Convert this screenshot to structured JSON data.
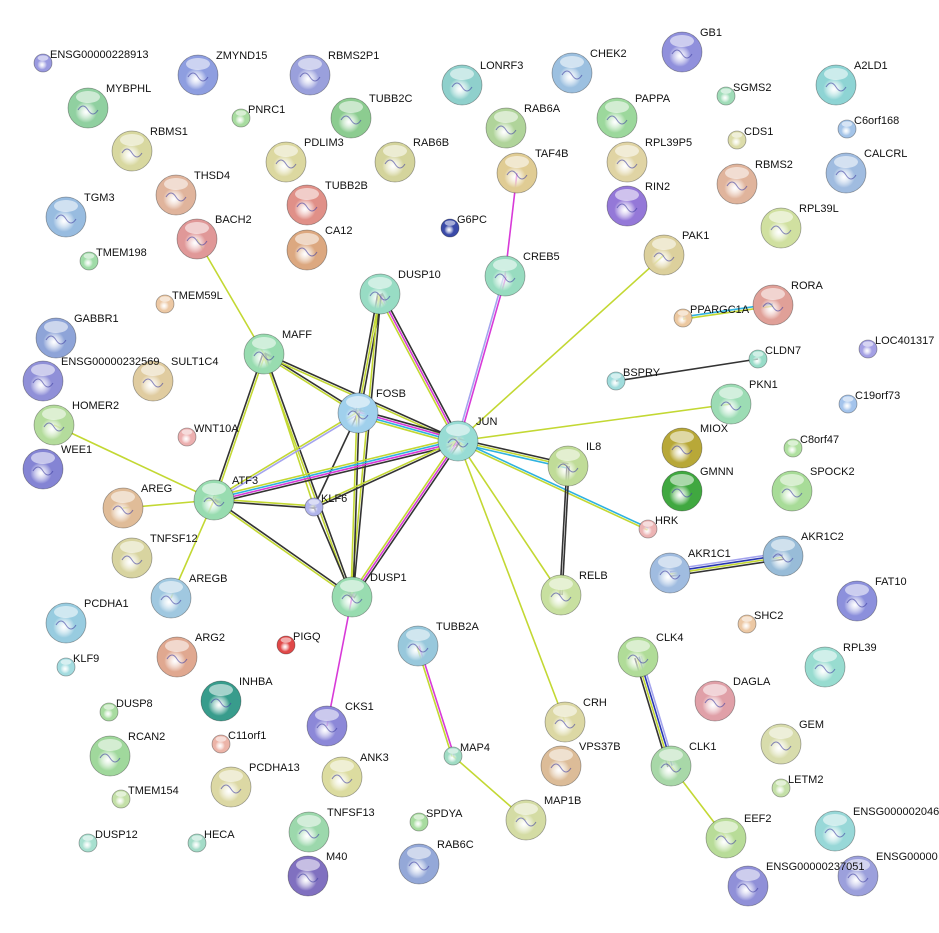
{
  "network": {
    "evidence_colors": {
      "textmining": "#c3d833",
      "coexpression": "#333333",
      "experiments": "#d83ad8",
      "databases": "#2fb2df",
      "homology": "#a4a4ee",
      "cooccurrence": "#2836b0"
    },
    "nodes": [
      {
        "id": "ENSG00000228913",
        "label": "ENSG00000228913",
        "color": "#9a9ae0",
        "size": "small"
      },
      {
        "id": "ZMYND15",
        "label": "ZMYND15",
        "color": "#8e9ee0",
        "size": "large"
      },
      {
        "id": "RBMS2P1",
        "label": "RBMS2P1",
        "color": "#9aa0dc",
        "size": "large"
      },
      {
        "id": "LONRF3",
        "label": "LONRF3",
        "color": "#8fd0cc",
        "size": "large"
      },
      {
        "id": "CHEK2",
        "label": "CHEK2",
        "color": "#9cc0e0",
        "size": "large"
      },
      {
        "id": "GB1",
        "label": "GB1",
        "color": "#9090dc",
        "size": "large"
      },
      {
        "id": "A2LD1",
        "label": "A2LD1",
        "color": "#8ed4d4",
        "size": "large"
      },
      {
        "id": "MYBPHL",
        "label": "MYBPHL",
        "color": "#90d0a0",
        "size": "large"
      },
      {
        "id": "PNRC1",
        "label": "PNRC1",
        "color": "#a8dca0",
        "size": "small"
      },
      {
        "id": "TUBB2C",
        "label": "TUBB2C",
        "color": "#8ccc90",
        "size": "large"
      },
      {
        "id": "RAB6A",
        "label": "RAB6A",
        "color": "#b0d49a",
        "size": "large"
      },
      {
        "id": "PAPPA",
        "label": "PAPPA",
        "color": "#9cd89c",
        "size": "large"
      },
      {
        "id": "SGMS2",
        "label": "SGMS2",
        "color": "#a0dcb8",
        "size": "small"
      },
      {
        "id": "C6orf168",
        "label": "C6orf168",
        "color": "#a4c4e8",
        "size": "small"
      },
      {
        "id": "RBMS1",
        "label": "RBMS1",
        "color": "#d8d8a0",
        "size": "large"
      },
      {
        "id": "PDLIM3",
        "label": "PDLIM3",
        "color": "#dcd8a0",
        "size": "large"
      },
      {
        "id": "RAB6B",
        "label": "RAB6B",
        "color": "#d4d49c",
        "size": "large"
      },
      {
        "id": "TAF4B",
        "label": "TAF4B",
        "color": "#e0cc94",
        "size": "large"
      },
      {
        "id": "CDS1",
        "label": "CDS1",
        "color": "#dcdcaa",
        "size": "small"
      },
      {
        "id": "RPL39P5",
        "label": "RPL39P5",
        "color": "#e0d4a4",
        "size": "large"
      },
      {
        "id": "RBMS2",
        "label": "RBMS2",
        "color": "#e0b49c",
        "size": "large"
      },
      {
        "id": "CALCRL",
        "label": "CALCRL",
        "color": "#a0bce0",
        "size": "large"
      },
      {
        "id": "THSD4",
        "label": "THSD4",
        "color": "#e0b49c",
        "size": "large"
      },
      {
        "id": "TUBB2B",
        "label": "TUBB2B",
        "color": "#e09088",
        "size": "large"
      },
      {
        "id": "RIN2",
        "label": "RIN2",
        "color": "#9478d8",
        "size": "large"
      },
      {
        "id": "TGM3",
        "label": "TGM3",
        "color": "#98bce0",
        "size": "large"
      },
      {
        "id": "BACH2",
        "label": "BACH2",
        "color": "#e09898",
        "size": "large"
      },
      {
        "id": "G6PC",
        "label": "G6PC",
        "color": "#3a4aa8",
        "size": "small"
      },
      {
        "id": "CA12",
        "label": "CA12",
        "color": "#dca880",
        "size": "large"
      },
      {
        "id": "RPL39L",
        "label": "RPL39L",
        "color": "#d0e0a0",
        "size": "large"
      },
      {
        "id": "TMEM198",
        "label": "TMEM198",
        "color": "#a0dca8",
        "size": "small"
      },
      {
        "id": "CREB5",
        "label": "CREB5",
        "color": "#98dcc0",
        "size": "large"
      },
      {
        "id": "PAK1",
        "label": "PAK1",
        "color": "#dcd09c",
        "size": "large"
      },
      {
        "id": "DUSP10",
        "label": "DUSP10",
        "color": "#98dcc4",
        "size": "large"
      },
      {
        "id": "TMEM59L",
        "label": "TMEM59L",
        "color": "#ecc8a4",
        "size": "small"
      },
      {
        "id": "RORA",
        "label": "RORA",
        "color": "#e0a098",
        "size": "large"
      },
      {
        "id": "PPARGC1A",
        "label": "PPARGC1A",
        "color": "#ecc8a0",
        "size": "small"
      },
      {
        "id": "GABBR1",
        "label": "GABBR1",
        "color": "#8ea4d8",
        "size": "large"
      },
      {
        "id": "MAFF",
        "label": "MAFF",
        "color": "#98dcb0",
        "size": "large"
      },
      {
        "id": "SULT1C4",
        "label": "SULT1C4",
        "color": "#e0cca0",
        "size": "large"
      },
      {
        "id": "ENSG00000232569",
        "label": "ENSG00000232569",
        "color": "#9090d8",
        "size": "large"
      },
      {
        "id": "LOC401317",
        "label": "LOC401317",
        "color": "#a4a0e4",
        "size": "small"
      },
      {
        "id": "CLDN7",
        "label": "CLDN7",
        "color": "#98dcc8",
        "size": "small"
      },
      {
        "id": "BSPRY",
        "label": "BSPRY",
        "color": "#a0dcdc",
        "size": "small"
      },
      {
        "id": "HOMER2",
        "label": "HOMER2",
        "color": "#b4dc9c",
        "size": "large"
      },
      {
        "id": "FOSB",
        "label": "FOSB",
        "color": "#a0d0ec",
        "size": "large"
      },
      {
        "id": "C19orf73",
        "label": "C19orf73",
        "color": "#a4c4ec",
        "size": "small"
      },
      {
        "id": "PKN1",
        "label": "PKN1",
        "color": "#9cdcb4",
        "size": "large"
      },
      {
        "id": "JUN",
        "label": "JUN",
        "color": "#98dcd4",
        "size": "large"
      },
      {
        "id": "WNT10A",
        "label": "WNT10A",
        "color": "#ecb0b0",
        "size": "small"
      },
      {
        "id": "MIOX",
        "label": "MIOX",
        "color": "#b8a838",
        "size": "large"
      },
      {
        "id": "C8orf47",
        "label": "C8orf47",
        "color": "#b0e0a0",
        "size": "small"
      },
      {
        "id": "WEE1",
        "label": "WEE1",
        "color": "#8484d4",
        "size": "large"
      },
      {
        "id": "IL8",
        "label": "IL8",
        "color": "#c0dc98",
        "size": "large"
      },
      {
        "id": "SPOCK2",
        "label": "SPOCK2",
        "color": "#a8dc98",
        "size": "large"
      },
      {
        "id": "GMNN",
        "label": "GMNN",
        "color": "#40a840",
        "size": "large"
      },
      {
        "id": "AREG",
        "label": "AREG",
        "color": "#e0bc98",
        "size": "large"
      },
      {
        "id": "ATF3",
        "label": "ATF3",
        "color": "#98dcb0",
        "size": "large"
      },
      {
        "id": "KLF6",
        "label": "KLF6",
        "color": "#b0b4ec",
        "size": "small"
      },
      {
        "id": "HRK",
        "label": "HRK",
        "color": "#ecb4b4",
        "size": "small"
      },
      {
        "id": "TNFSF12",
        "label": "TNFSF12",
        "color": "#d8d4a0",
        "size": "large"
      },
      {
        "id": "AKR1C1",
        "label": "AKR1C1",
        "color": "#a0bce0",
        "size": "large"
      },
      {
        "id": "AKR1C2",
        "label": "AKR1C2",
        "color": "#98bcd8",
        "size": "large"
      },
      {
        "id": "RELB",
        "label": "RELB",
        "color": "#c8e0a0",
        "size": "large"
      },
      {
        "id": "DUSP1",
        "label": "DUSP1",
        "color": "#98dcb0",
        "size": "large"
      },
      {
        "id": "AREGB",
        "label": "AREGB",
        "color": "#a0c8e0",
        "size": "large"
      },
      {
        "id": "PCDHA1",
        "label": "PCDHA1",
        "color": "#98cce0",
        "size": "large"
      },
      {
        "id": "FAT10",
        "label": "FAT10",
        "color": "#8c90dc",
        "size": "large"
      },
      {
        "id": "SHC2",
        "label": "SHC2",
        "color": "#ecc8a4",
        "size": "small"
      },
      {
        "id": "PIGQ",
        "label": "PIGQ",
        "color": "#e04848",
        "size": "small"
      },
      {
        "id": "TUBB2A",
        "label": "TUBB2A",
        "color": "#98c8dc",
        "size": "large"
      },
      {
        "id": "ARG2",
        "label": "ARG2",
        "color": "#e0a890",
        "size": "large"
      },
      {
        "id": "CLK4",
        "label": "CLK4",
        "color": "#b0dc98",
        "size": "large"
      },
      {
        "id": "KLF9",
        "label": "KLF9",
        "color": "#a4dce0",
        "size": "small"
      },
      {
        "id": "RPL39",
        "label": "RPL39",
        "color": "#98dcd0",
        "size": "large"
      },
      {
        "id": "INHBA",
        "label": "INHBA",
        "color": "#389c8c",
        "size": "large"
      },
      {
        "id": "DAGLA",
        "label": "DAGLA",
        "color": "#e0a0a8",
        "size": "large"
      },
      {
        "id": "DUSP8",
        "label": "DUSP8",
        "color": "#a8dca0",
        "size": "small"
      },
      {
        "id": "CKS1",
        "label": "CKS1",
        "color": "#8c88d8",
        "size": "large"
      },
      {
        "id": "C11orf1",
        "label": "C11orf1",
        "color": "#ecb4a8",
        "size": "small"
      },
      {
        "id": "RCAN2",
        "label": "RCAN2",
        "color": "#a0d89c",
        "size": "large"
      },
      {
        "id": "CRH",
        "label": "CRH",
        "color": "#dcd8a4",
        "size": "large"
      },
      {
        "id": "GEM",
        "label": "GEM",
        "color": "#d8dcac",
        "size": "large"
      },
      {
        "id": "MAP4",
        "label": "MAP4",
        "color": "#a0dcc4",
        "size": "small"
      },
      {
        "id": "ANK3",
        "label": "ANK3",
        "color": "#dcdca0",
        "size": "large"
      },
      {
        "id": "PCDHA13",
        "label": "PCDHA13",
        "color": "#dcd8a4",
        "size": "large"
      },
      {
        "id": "VPS37B",
        "label": "VPS37B",
        "color": "#dcbc98",
        "size": "large"
      },
      {
        "id": "CLK1",
        "label": "CLK1",
        "color": "#a8d8a8",
        "size": "large"
      },
      {
        "id": "TMEM154",
        "label": "TMEM154",
        "color": "#c4e0a8",
        "size": "small"
      },
      {
        "id": "LETM2",
        "label": "LETM2",
        "color": "#c4e0a8",
        "size": "small"
      },
      {
        "id": "SPDYA",
        "label": "SPDYA",
        "color": "#a8dca0",
        "size": "small"
      },
      {
        "id": "TNFSF13",
        "label": "TNFSF13",
        "color": "#9cd8ac",
        "size": "large"
      },
      {
        "id": "MAP1B",
        "label": "MAP1B",
        "color": "#d4dca4",
        "size": "large"
      },
      {
        "id": "EEF2",
        "label": "EEF2",
        "color": "#b8dc98",
        "size": "large"
      },
      {
        "id": "ENSG000002046",
        "label": "ENSG000002046",
        "color": "#98d8d8",
        "size": "large"
      },
      {
        "id": "DUSP12",
        "label": "DUSP12",
        "color": "#a8e0d0",
        "size": "small"
      },
      {
        "id": "HECA",
        "label": "HECA",
        "color": "#a4dcc8",
        "size": "small"
      },
      {
        "id": "RAB6C",
        "label": "RAB6C",
        "color": "#94a8d8",
        "size": "large"
      },
      {
        "id": "M40",
        "label": "M40",
        "color": "#8070c0",
        "size": "large"
      },
      {
        "id": "ENSG00000237051",
        "label": "ENSG00000237051",
        "color": "#9090d8",
        "size": "large"
      },
      {
        "id": "ENSG00000",
        "label": "ENSG00000",
        "color": "#9ca0dc",
        "size": "large"
      }
    ],
    "edges": [
      {
        "a": "BACH2",
        "b": "MAFF",
        "ev": [
          "textmining"
        ]
      },
      {
        "a": "MAFF",
        "b": "FOSB",
        "ev": [
          "coexpression",
          "textmining"
        ]
      },
      {
        "a": "MAFF",
        "b": "JUN",
        "ev": [
          "coexpression",
          "textmining"
        ]
      },
      {
        "a": "MAFF",
        "b": "ATF3",
        "ev": [
          "textmining",
          "coexpression"
        ]
      },
      {
        "a": "MAFF",
        "b": "KLF6",
        "ev": [
          "textmining"
        ]
      },
      {
        "a": "MAFF",
        "b": "DUSP1",
        "ev": [
          "coexpression",
          "textmining"
        ]
      },
      {
        "a": "DUSP10",
        "b": "FOSB",
        "ev": [
          "coexpression",
          "textmining",
          "coexpression"
        ]
      },
      {
        "a": "DUSP10",
        "b": "JUN",
        "ev": [
          "coexpression",
          "experiments",
          "textmining"
        ]
      },
      {
        "a": "DUSP10",
        "b": "DUSP1",
        "ev": [
          "coexpression",
          "textmining"
        ]
      },
      {
        "a": "FOSB",
        "b": "JUN",
        "ev": [
          "coexpression",
          "experiments",
          "databases",
          "textmining"
        ]
      },
      {
        "a": "FOSB",
        "b": "ATF3",
        "ev": [
          "homology",
          "textmining"
        ]
      },
      {
        "a": "FOSB",
        "b": "KLF6",
        "ev": [
          "coexpression"
        ]
      },
      {
        "a": "FOSB",
        "b": "DUSP1",
        "ev": [
          "coexpression",
          "textmining"
        ]
      },
      {
        "a": "JUN",
        "b": "CREB5",
        "ev": [
          "homology",
          "experiments"
        ]
      },
      {
        "a": "CREB5",
        "b": "TAF4B",
        "ev": [
          "experiments"
        ]
      },
      {
        "a": "JUN",
        "b": "PAK1",
        "ev": [
          "textmining"
        ]
      },
      {
        "a": "JUN",
        "b": "PKN1",
        "ev": [
          "textmining"
        ]
      },
      {
        "a": "JUN",
        "b": "IL8",
        "ev": [
          "coexpression",
          "textmining",
          "databases"
        ]
      },
      {
        "a": "JUN",
        "b": "HRK",
        "ev": [
          "databases",
          "textmining"
        ]
      },
      {
        "a": "JUN",
        "b": "RELB",
        "ev": [
          "textmining"
        ]
      },
      {
        "a": "JUN",
        "b": "CRH",
        "ev": [
          "textmining"
        ]
      },
      {
        "a": "JUN",
        "b": "ATF3",
        "ev": [
          "coexpression",
          "experiments",
          "databases",
          "textmining"
        ]
      },
      {
        "a": "JUN",
        "b": "KLF6",
        "ev": [
          "coexpression",
          "textmining"
        ]
      },
      {
        "a": "JUN",
        "b": "DUSP1",
        "ev": [
          "coexpression",
          "experiments",
          "textmining"
        ]
      },
      {
        "a": "IL8",
        "b": "RELB",
        "ev": [
          "coexpression",
          "coexpression"
        ]
      },
      {
        "a": "ATF3",
        "b": "HOMER2",
        "ev": [
          "textmining"
        ]
      },
      {
        "a": "ATF3",
        "b": "AREG",
        "ev": [
          "textmining"
        ]
      },
      {
        "a": "ATF3",
        "b": "AREGB",
        "ev": [
          "textmining"
        ]
      },
      {
        "a": "ATF3",
        "b": "KLF6",
        "ev": [
          "textmining",
          "coexpression"
        ]
      },
      {
        "a": "ATF3",
        "b": "DUSP1",
        "ev": [
          "coexpression",
          "textmining"
        ]
      },
      {
        "a": "KLF6",
        "b": "DUSP1",
        "ev": [
          "coexpression"
        ]
      },
      {
        "a": "DUSP1",
        "b": "CKS1",
        "ev": [
          "experiments"
        ]
      },
      {
        "a": "TUBB2A",
        "b": "MAP4",
        "ev": [
          "experiments",
          "textmining"
        ]
      },
      {
        "a": "MAP4",
        "b": "MAP1B",
        "ev": [
          "textmining"
        ]
      },
      {
        "a": "CLK4",
        "b": "CLK1",
        "ev": [
          "homology",
          "cooccurrence",
          "textmining",
          "coexpression"
        ]
      },
      {
        "a": "CLK1",
        "b": "EEF2",
        "ev": [
          "textmining"
        ]
      },
      {
        "a": "AKR1C1",
        "b": "AKR1C2",
        "ev": [
          "homology",
          "cooccurrence",
          "textmining",
          "coexpression"
        ]
      },
      {
        "a": "BSPRY",
        "b": "CLDN7",
        "ev": [
          "coexpression"
        ]
      },
      {
        "a": "PPARGC1A",
        "b": "RORA",
        "ev": [
          "databases",
          "textmining"
        ]
      }
    ]
  }
}
